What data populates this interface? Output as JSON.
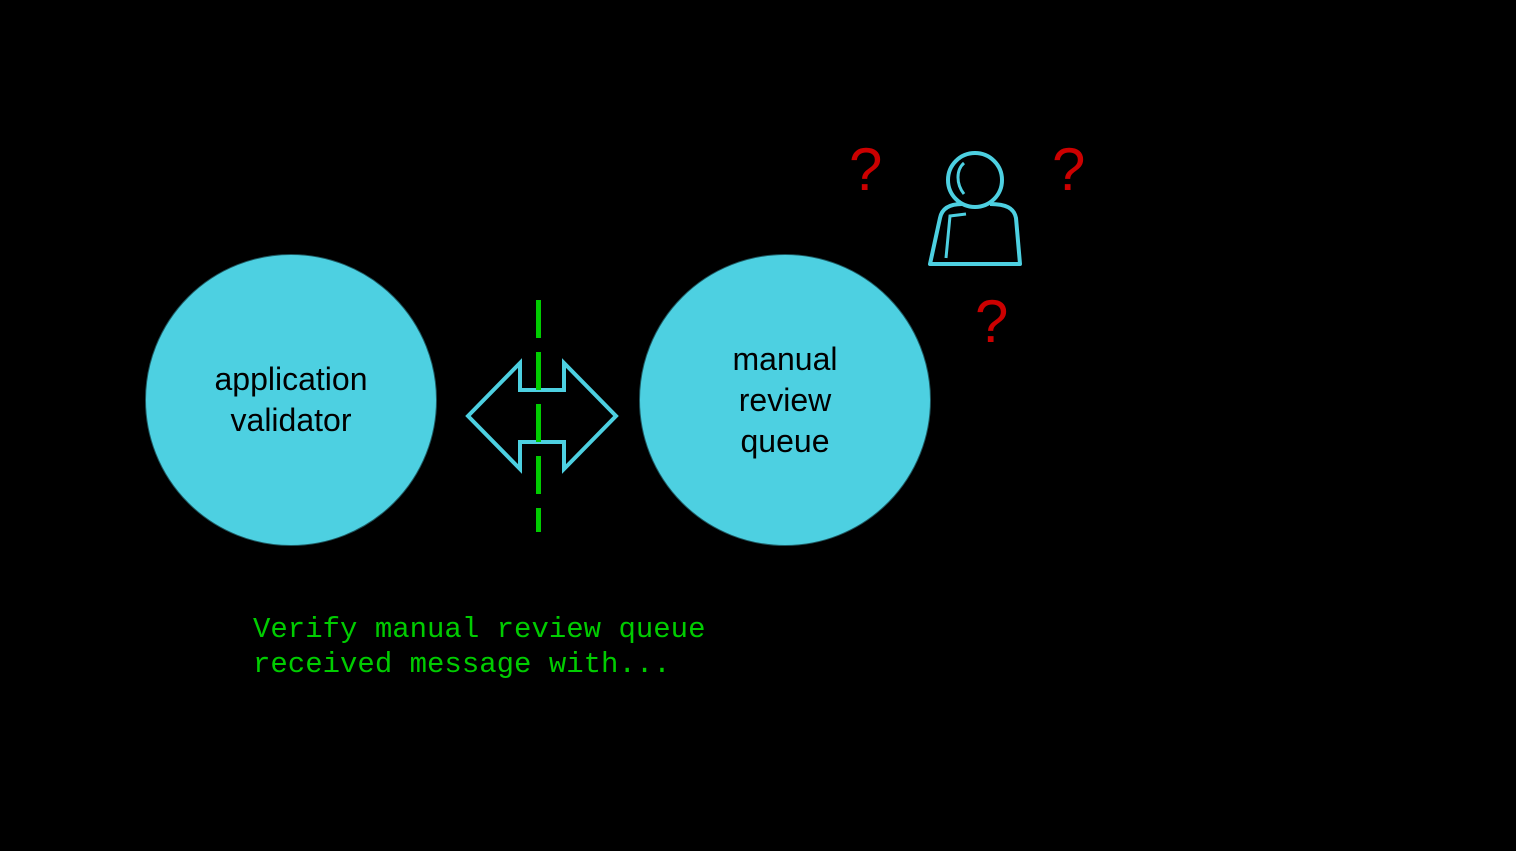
{
  "diagram": {
    "nodes": [
      {
        "id": "validator",
        "label": "application\nvalidator"
      },
      {
        "id": "queue",
        "label": "manual\nreview\nqueue"
      }
    ],
    "connector": {
      "type": "bidirectional-arrow",
      "cut_by": "dashed-line"
    },
    "reviewer_icon": "person-icon",
    "question_marks": [
      "?",
      "?",
      "?"
    ],
    "caption": "Verify manual review queue\nreceived message with..."
  },
  "colors": {
    "background": "#000000",
    "node_fill": "#4dd0e1",
    "arrow_stroke": "#4dd0e1",
    "dashed_line": "#00cc00",
    "question_mark": "#cc0000",
    "caption_text": "#00cc00"
  }
}
